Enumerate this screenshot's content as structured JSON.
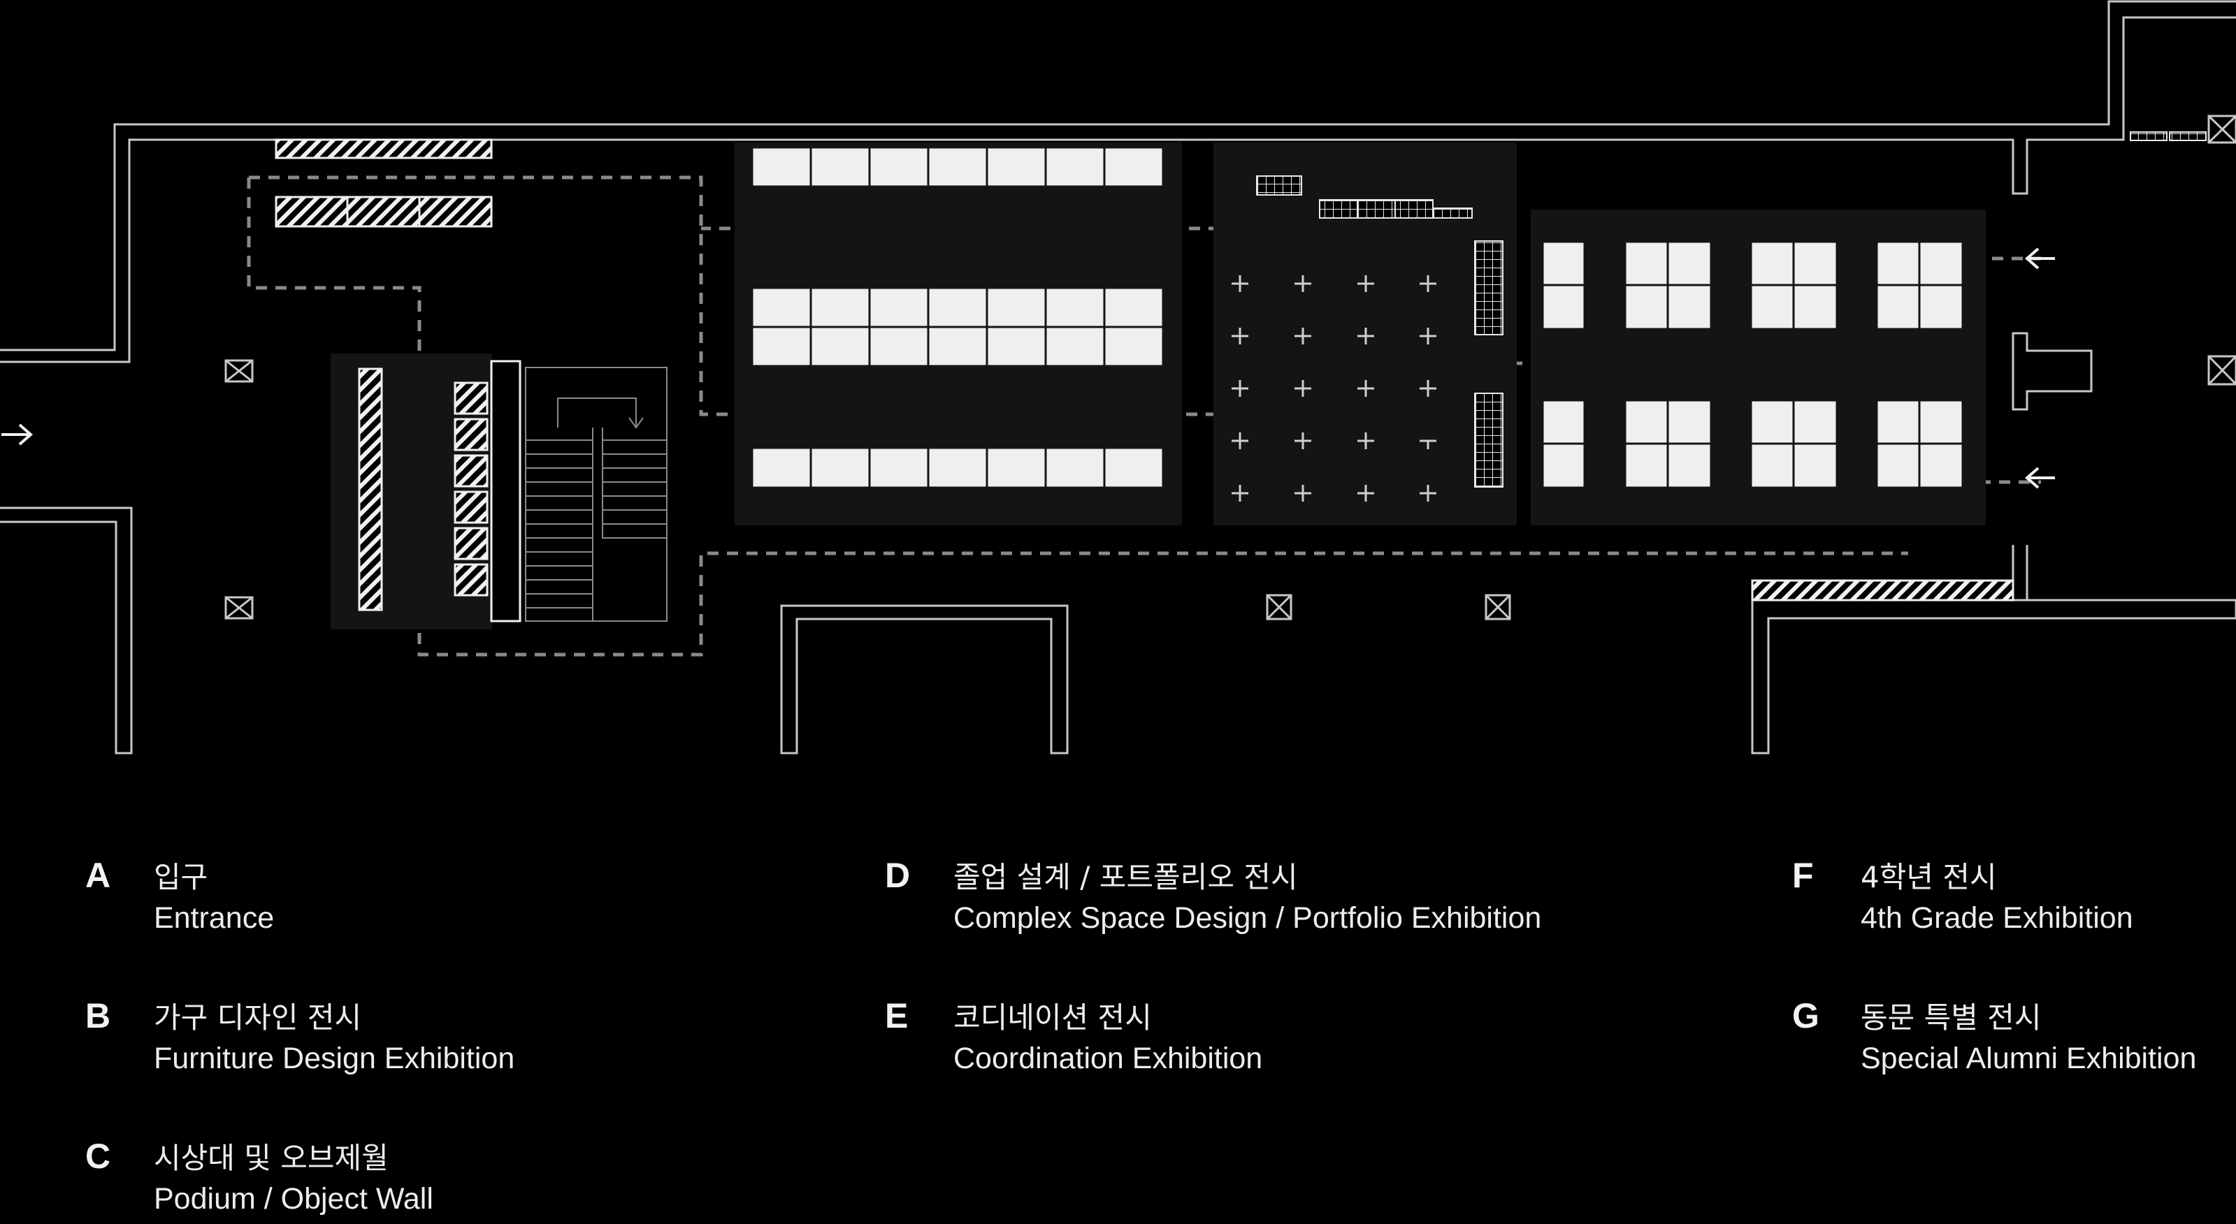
{
  "legend": [
    {
      "letter": "A",
      "ko": "입구",
      "en": "Entrance"
    },
    {
      "letter": "B",
      "ko": "가구 디자인 전시",
      "en": "Furniture Design Exhibition"
    },
    {
      "letter": "C",
      "ko": "시상대 및 오브제월",
      "en": "Podium / Object Wall"
    },
    {
      "letter": "D",
      "ko": "졸업 설계 / 포트폴리오 전시",
      "en": "Complex Space Design / Portfolio Exhibition"
    },
    {
      "letter": "E",
      "ko": "코디네이션 전시",
      "en": "Coordination Exhibition"
    },
    {
      "letter": "F",
      "ko": "4학년 전시",
      "en": "4th Grade Exhibition"
    },
    {
      "letter": "G",
      "ko": "동문 특별 전시",
      "en": "Special Alumni Exhibition"
    }
  ],
  "colors": {
    "background": "#000000",
    "wall": "#c8c8c8",
    "zone": "#141414",
    "panel": "#efefef",
    "route": "#8a8a8a",
    "text": "#ededed"
  }
}
